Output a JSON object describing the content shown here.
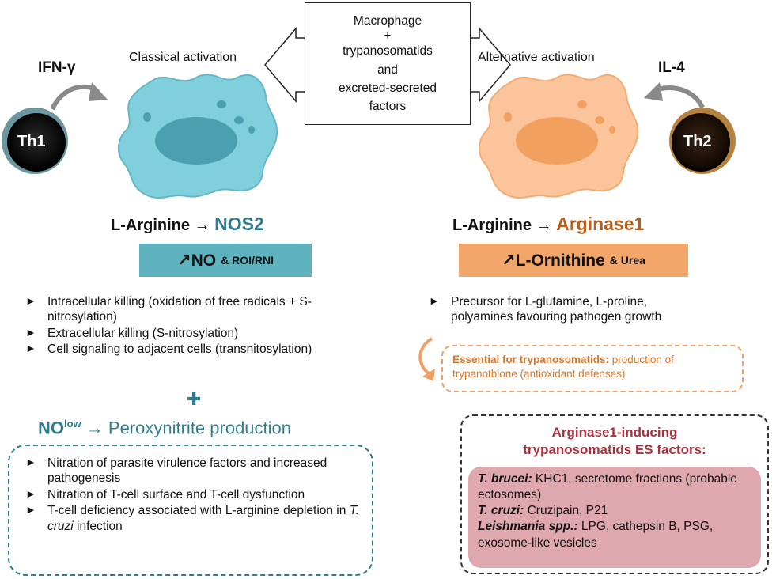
{
  "center": {
    "lines": [
      "Macrophage",
      "+",
      "trypanosomatids",
      "and",
      "excreted-secreted",
      "factors"
    ]
  },
  "left": {
    "activation": "Classical activation",
    "cytokine": "IFN-γ",
    "cell": "Th1",
    "substrate": "L-Arginine → ",
    "enzyme": "NOS2",
    "product_main": "↗NO",
    "product_extra": "& ROI/RNI",
    "bullets": [
      "Intracellular killing (oxidation of free radicals + S-nitrosylation)",
      "Extracellular killing (S-nitrosylation)",
      "Cell signaling to adjacent cells (transnitosylation)"
    ],
    "plus": "✚",
    "peroxy_no": "NO",
    "peroxy_sup": "low",
    "peroxy_rest": " → Peroxynitrite production",
    "box_bullets": {
      "b1": "Nitration of parasite virulence factors and increased pathogenesis",
      "b2": "Nitration of T-cell surface and T-cell dysfunction",
      "b3_pre": "T-cell deficiency associated with L-arginine depletion in ",
      "b3_italic": "T. cruzi",
      "b3_post": " infection"
    }
  },
  "right": {
    "activation": "Alternative activation",
    "cytokine": "IL-4",
    "cell": "Th2",
    "substrate": "L-Arginine → ",
    "enzyme": "Arginase1",
    "product_main": "↗L-Ornithine",
    "product_extra": "& Urea",
    "bullets": [
      "Precursor for L-glutamine, L-proline, polyamines favouring pathogen growth"
    ],
    "essential_bold": "Essential for trypanosomatids:",
    "essential_rest": " production of trypanothione (antioxidant defenses)",
    "es_title1": "Arginase1-inducing",
    "es_title2": "trypanosomatids ES factors:",
    "es": {
      "brucei_name": "T. brucei:",
      "brucei_text": " KHC1, secretome fractions (probable ectosomes)",
      "cruzi_name": "T. cruzi:",
      "cruzi_text": " Cruzipain, P21",
      "leish_name": "Leishmania spp.:",
      "leish_text": " LPG, cathepsin B, PSG, exosome-like vesicles"
    }
  },
  "colors": {
    "teal": "#2e7f8f",
    "macrophage_teal": "#7fcfdc",
    "bar_teal": "#5fb3bf",
    "orange": "#b85f1c",
    "macrophage_orange": "#fbc49a",
    "bar_orange": "#f2a66a",
    "pink": "#dfa8ae",
    "maroon": "#a8333f"
  }
}
